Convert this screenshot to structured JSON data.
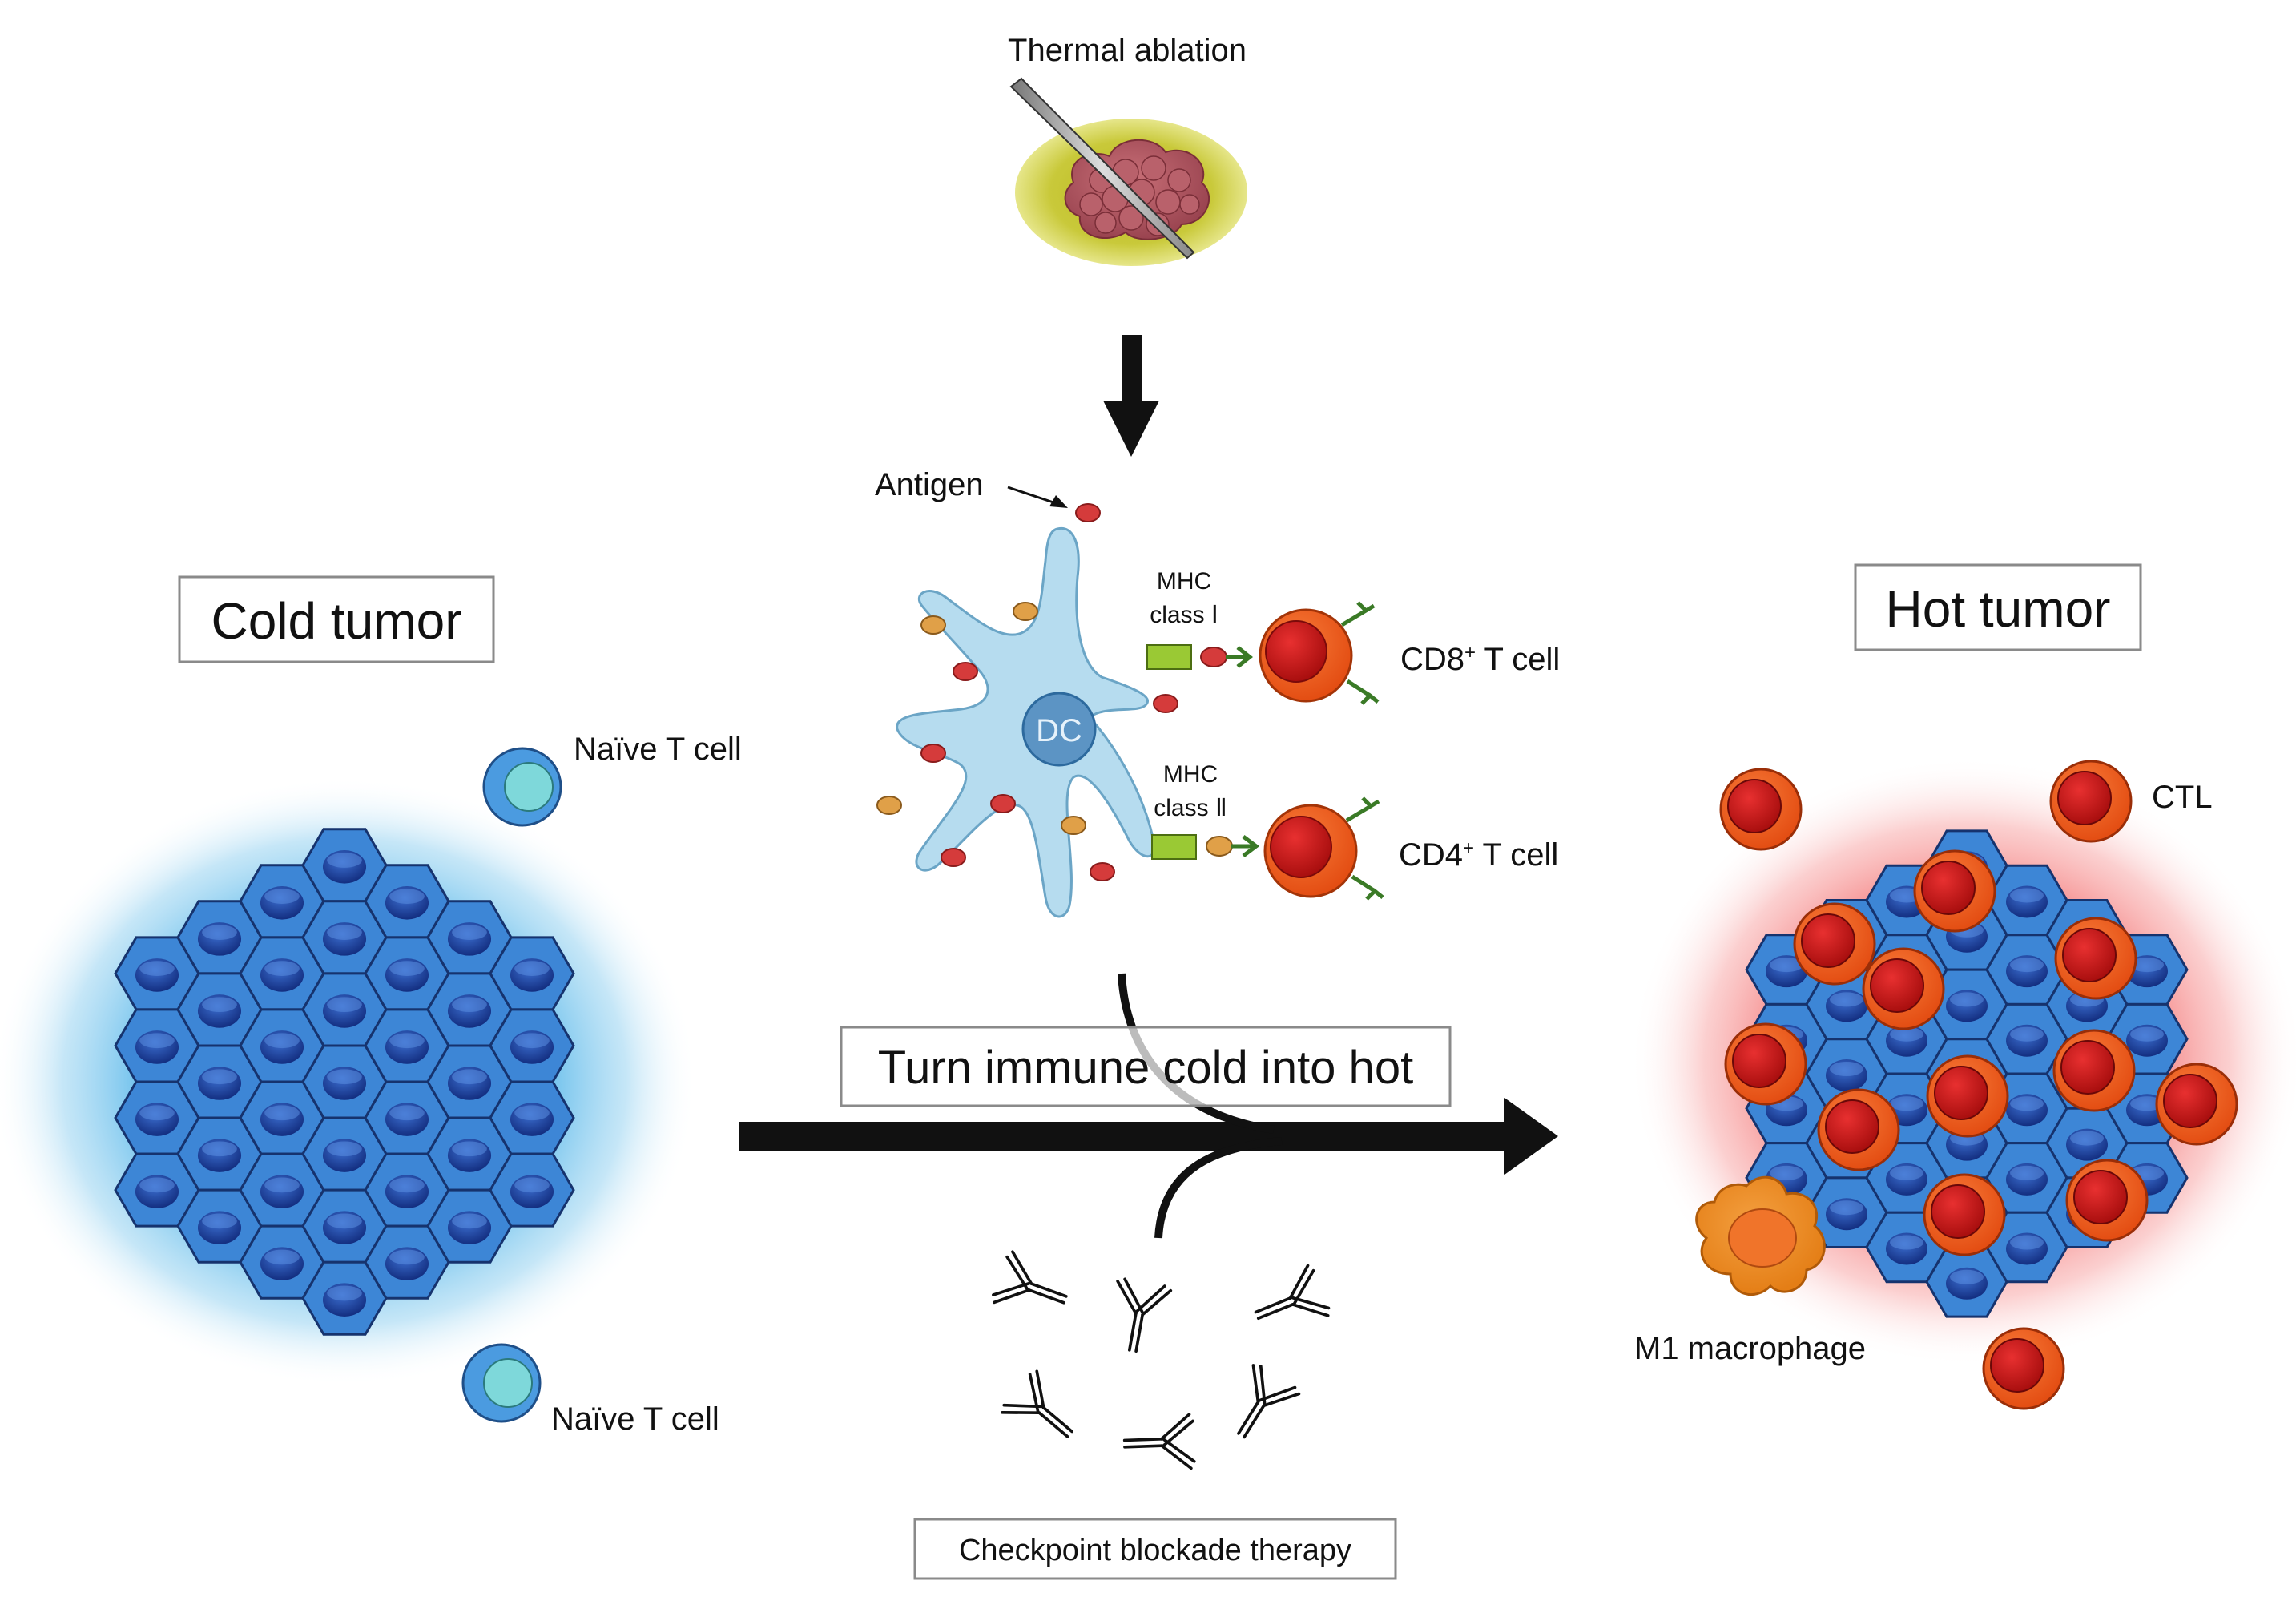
{
  "labels": {
    "thermal_ablation": "Thermal ablation",
    "antigen": "Antigen",
    "dc": "DC",
    "mhc": "MHC",
    "class_1": "class Ⅰ",
    "class_2": "class Ⅱ",
    "cd8_prefix": "CD8",
    "cd4_prefix": "CD4",
    "superscript_plus": "+",
    "t_cell_suffix": " T cell",
    "cold_tumor": "Cold tumor",
    "hot_tumor": "Hot tumor",
    "naive_t_cell_top": "Naïve T cell",
    "naive_t_cell_bottom": "Naïve T cell",
    "turn_cold_into_hot": "Turn immune cold into hot",
    "ctl": "CTL",
    "m1_macrophage": "M1 macrophage",
    "checkpoint_blockade": "Checkpoint blockade therapy"
  },
  "colors": {
    "cell_blue": "#3d86d6",
    "nucleus_blue": "#1b3f9a",
    "cold_glow": "#5ab8ea",
    "hot_glow": "#f26060",
    "ctl_orange": "#f05a20",
    "ctl_nucleus": "#d01818",
    "dc_blue": "#b6dcef",
    "macrophage": "#f0962a",
    "naive_cell": "#4b9be0",
    "naive_nucleus": "#7ed8da",
    "tumor_mass": "#b45a64",
    "ablation_zone": "#c8c832"
  },
  "icons": {
    "ablation": "needle-tumor-icon",
    "antibody": "antibody-y-icon",
    "arrow": "right-arrow-icon"
  }
}
